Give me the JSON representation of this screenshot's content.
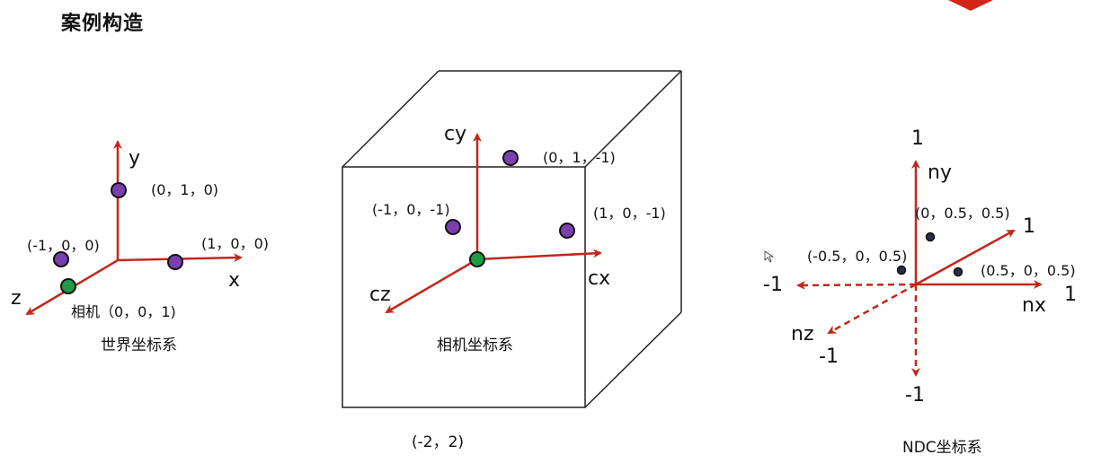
{
  "title": "案例构造",
  "colors": {
    "axis": "#c1271b",
    "purple": "#7b3fb0",
    "green": "#1f9a46",
    "dark_point": "#2b2b4a",
    "line": "#222222"
  },
  "world": {
    "caption": "世界坐标系",
    "axis_x": "x",
    "axis_y": "y",
    "axis_z": "z",
    "points": {
      "p_y": "(0，1，0)",
      "p_negx": "(-1，0，0)",
      "p_x": "(1，0，0)",
      "camera": "相机（0，0，1)"
    }
  },
  "camera": {
    "caption": "相机坐标系",
    "axis_x": "cx",
    "axis_y": "cy",
    "axis_z": "cz",
    "points": {
      "top": "(0，1，-1)",
      "left": "(-1，0，-1)",
      "right": "(1，0，-1)"
    },
    "note": "(-2，2)"
  },
  "ndc": {
    "caption": "NDC坐标系",
    "axis_x": "nx",
    "axis_y": "ny",
    "axis_z": "nz",
    "ticks": {
      "y_pos": "1",
      "diag_pos": "1",
      "x_pos": "1",
      "x_neg": "-1",
      "z_neg": "-1",
      "y_neg": "-1"
    },
    "points": {
      "top": "(0，0.5，0.5)",
      "left": "(-0.5，0，0.5)",
      "right": "(0.5，0，0.5)"
    }
  }
}
